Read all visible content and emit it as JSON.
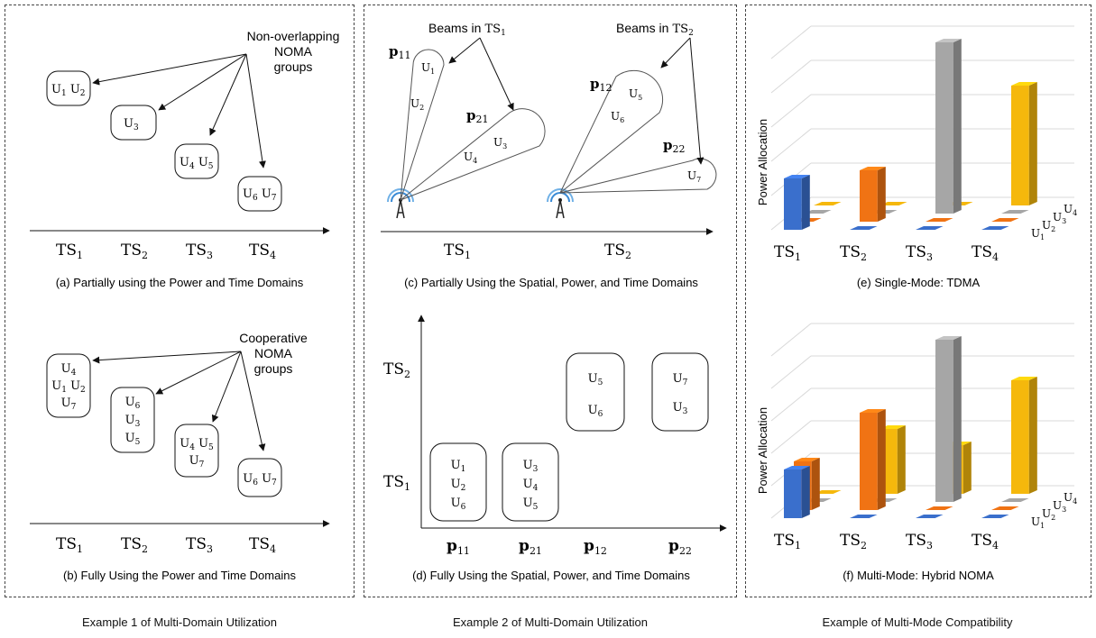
{
  "footers": {
    "left": "Example 1 of Multi-Domain Utilization",
    "middle": "Example 2 of Multi-Domain Utilization",
    "right": "Example of Multi-Mode Compatibility"
  },
  "captions": {
    "a": "(a) Partially using the Power and Time Domains",
    "b": "(b) Fully Using the Power and Time Domains",
    "c": "(c) Partially Using the Spatial, Power, and Time Domains",
    "d": "(d) Fully Using the Spatial, Power, and Time Domains",
    "e": "(e) Single-Mode: TDMA",
    "f": "(f) Multi-Mode: Hybrid NOMA"
  },
  "labels": {
    "noma_a": [
      "Non-overlapping",
      "NOMA",
      "groups"
    ],
    "noma_b": [
      "Cooperative",
      "NOMA",
      "groups"
    ],
    "beams": "Beams in",
    "ts_sub1": "1",
    "ts_sub2": "2",
    "power_allocation": "Power Allocation"
  },
  "timeslots": [
    "TS",
    "TS",
    "TS",
    "TS"
  ],
  "beams": [
    "p11",
    "p21",
    "p12",
    "p22"
  ],
  "users": [
    "U1",
    "U2",
    "U3",
    "U4",
    "U5",
    "U6",
    "U7"
  ],
  "chart_data": [
    {
      "type": "bar",
      "title": "(e) Single-Mode: TDMA",
      "ylabel": "Power Allocation",
      "categories": [
        "TS1",
        "TS2",
        "TS3",
        "TS4"
      ],
      "series": [
        {
          "name": "U1",
          "values": [
            0.3,
            0,
            0,
            0
          ]
        },
        {
          "name": "U2",
          "values": [
            0,
            0.3,
            0,
            0
          ]
        },
        {
          "name": "U3",
          "values": [
            0,
            0,
            1.0,
            0
          ]
        },
        {
          "name": "U4",
          "values": [
            0,
            0,
            0,
            0.7
          ]
        }
      ],
      "colors": [
        "#3a6fcc",
        "#f07314",
        "#a6a6a6",
        "#f5b80c"
      ]
    },
    {
      "type": "bar",
      "title": "(f) Multi-Mode: Hybrid NOMA",
      "ylabel": "Power Allocation",
      "categories": [
        "TS1",
        "TS2",
        "TS3",
        "TS4"
      ],
      "series": [
        {
          "name": "U1",
          "values": [
            0.3,
            0,
            0,
            0
          ]
        },
        {
          "name": "U2",
          "values": [
            0.3,
            0.6,
            0,
            0
          ]
        },
        {
          "name": "U3",
          "values": [
            0,
            0,
            1.0,
            0
          ]
        },
        {
          "name": "U4",
          "values": [
            0,
            0.4,
            0.3,
            0.7
          ]
        }
      ],
      "colors": [
        "#3a6fcc",
        "#f07314",
        "#a6a6a6",
        "#f5b80c"
      ]
    }
  ]
}
